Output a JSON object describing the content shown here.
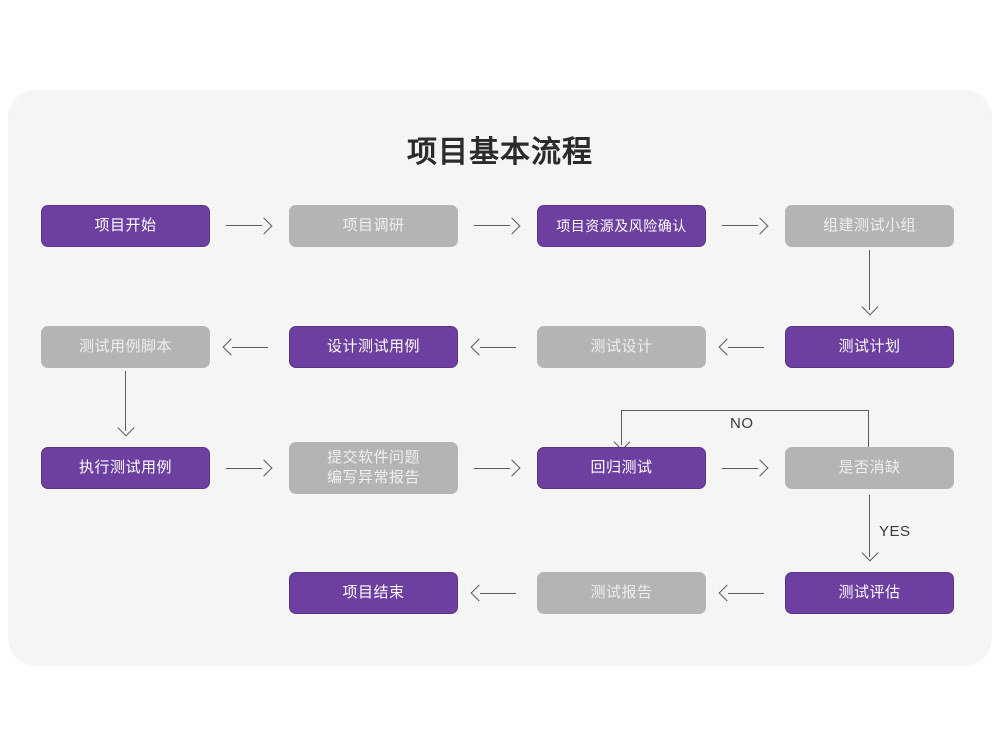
{
  "diagram": {
    "title": "项目基本流程",
    "colors": {
      "panel_background": "#f5f5f6",
      "page_background": "#ffffff",
      "node_active": "#6c3fa0",
      "node_inactive": "#b4b4b4",
      "connector": "#5c5c5c",
      "title_text": "#2b2b2b"
    },
    "nodes": [
      {
        "id": "n1",
        "label": "项目开始",
        "style": "purple"
      },
      {
        "id": "n2",
        "label": "项目调研",
        "style": "gray"
      },
      {
        "id": "n3",
        "label": "项目资源及风险确认",
        "style": "purple"
      },
      {
        "id": "n4",
        "label": "组建测试小组",
        "style": "gray"
      },
      {
        "id": "n5",
        "label": "测试计划",
        "style": "purple"
      },
      {
        "id": "n6",
        "label": "测试设计",
        "style": "gray"
      },
      {
        "id": "n7",
        "label": "设计测试用例",
        "style": "purple"
      },
      {
        "id": "n8",
        "label": "测试用例脚本",
        "style": "gray"
      },
      {
        "id": "n9",
        "label": "执行测试用例",
        "style": "purple"
      },
      {
        "id": "n10",
        "label": "提交软件问题\n编写异常报告",
        "style": "gray"
      },
      {
        "id": "n11",
        "label": "回归测试",
        "style": "purple"
      },
      {
        "id": "n12",
        "label": "是否消缺",
        "style": "gray"
      },
      {
        "id": "n13",
        "label": "测试评估",
        "style": "purple"
      },
      {
        "id": "n14",
        "label": "测试报告",
        "style": "gray"
      },
      {
        "id": "n15",
        "label": "项目结束",
        "style": "purple"
      }
    ],
    "edge_labels": {
      "no": "NO",
      "yes": "YES"
    },
    "flow": [
      "项目开始 → 项目调研",
      "项目调研 → 项目资源及风险确认",
      "项目资源及风险确认 → 组建测试小组",
      "组建测试小组 → 测试计划",
      "测试计划 → 测试设计",
      "测试设计 → 设计测试用例",
      "设计测试用例 → 测试用例脚本",
      "测试用例脚本 → 执行测试用例",
      "执行测试用例 → 提交软件问题/编写异常报告",
      "提交软件问题/编写异常报告 → 回归测试",
      "回归测试 → 是否消缺",
      "是否消缺 → 回归测试 (NO)",
      "是否消缺 → 测试评估 (YES)",
      "测试评估 → 测试报告",
      "测试报告 → 项目结束"
    ]
  }
}
